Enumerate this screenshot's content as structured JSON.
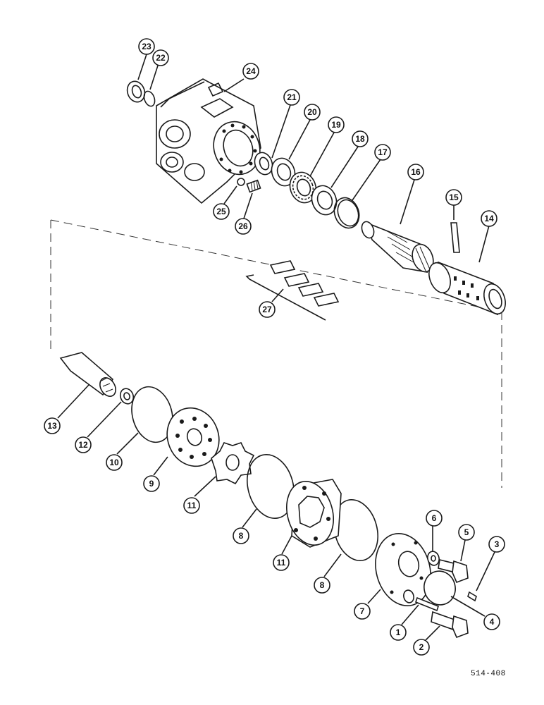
{
  "drawing": {
    "reference": "514-408",
    "line_color": "#1a1a1a",
    "background": "#ffffff"
  },
  "callouts": [
    {
      "id": "c1",
      "label": "1"
    },
    {
      "id": "c2",
      "label": "2"
    },
    {
      "id": "c3",
      "label": "3"
    },
    {
      "id": "c4",
      "label": "4"
    },
    {
      "id": "c5",
      "label": "5"
    },
    {
      "id": "c6",
      "label": "6"
    },
    {
      "id": "c7",
      "label": "7"
    },
    {
      "id": "c8a",
      "label": "8"
    },
    {
      "id": "c8b",
      "label": "8"
    },
    {
      "id": "c9",
      "label": "9"
    },
    {
      "id": "c10",
      "label": "10"
    },
    {
      "id": "c11a",
      "label": "11"
    },
    {
      "id": "c11b",
      "label": "11"
    },
    {
      "id": "c12",
      "label": "12"
    },
    {
      "id": "c13",
      "label": "13"
    },
    {
      "id": "c14",
      "label": "14"
    },
    {
      "id": "c15",
      "label": "15"
    },
    {
      "id": "c16",
      "label": "16"
    },
    {
      "id": "c17",
      "label": "17"
    },
    {
      "id": "c18",
      "label": "18"
    },
    {
      "id": "c19",
      "label": "19"
    },
    {
      "id": "c20",
      "label": "20"
    },
    {
      "id": "c21",
      "label": "21"
    },
    {
      "id": "c22",
      "label": "22"
    },
    {
      "id": "c23",
      "label": "23"
    },
    {
      "id": "c24",
      "label": "24"
    },
    {
      "id": "c25",
      "label": "25"
    },
    {
      "id": "c26",
      "label": "26"
    },
    {
      "id": "c27",
      "label": "27"
    }
  ]
}
